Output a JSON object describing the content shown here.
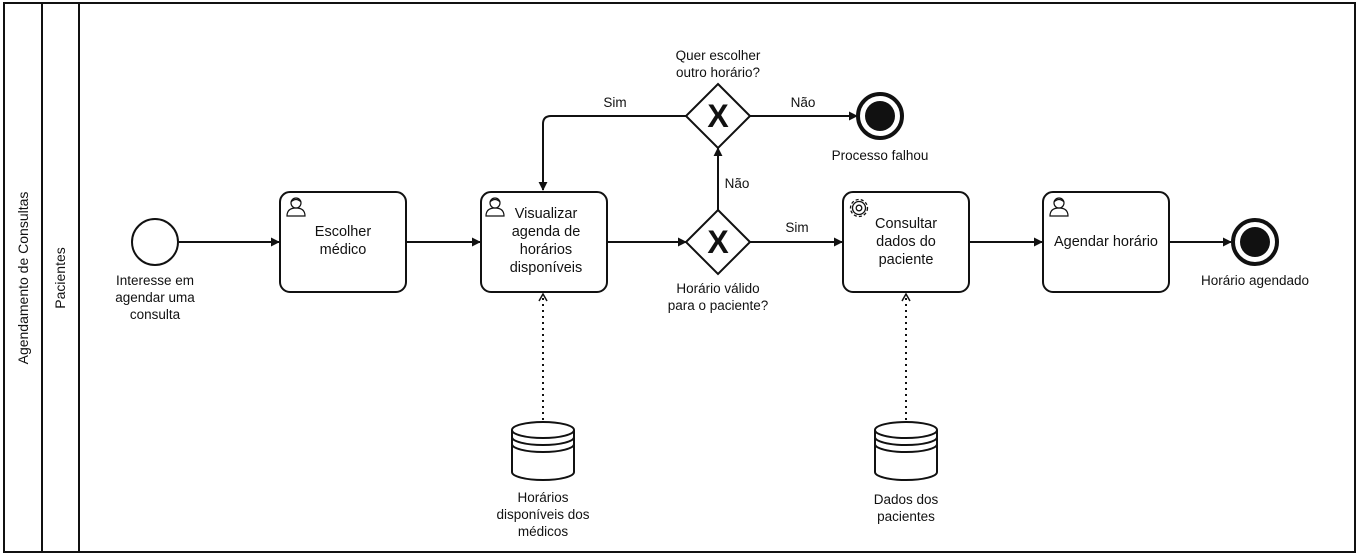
{
  "pool": {
    "label": "Agendamento de Consultas"
  },
  "lane": {
    "label": "Pacientes"
  },
  "events": {
    "start": {
      "label": [
        "Interesse em",
        "agendar uma",
        "consulta"
      ]
    },
    "end_failed": {
      "label": [
        "Processo falhou"
      ]
    },
    "end_success": {
      "label": [
        "Horário agendado"
      ]
    }
  },
  "tasks": {
    "escolher": {
      "label": [
        "Escolher",
        "médico"
      ],
      "type": "user-task"
    },
    "visualizar": {
      "label": [
        "Visualizar",
        "agenda de",
        "horários",
        "disponíveis"
      ],
      "type": "user-task"
    },
    "consultar": {
      "label": [
        "Consultar",
        "dados do",
        "paciente"
      ],
      "type": "service-task"
    },
    "agendar": {
      "label": [
        "Agendar horário"
      ],
      "type": "user-task"
    }
  },
  "gateways": {
    "valido": {
      "label": [
        "Horário válido",
        "para o paciente?"
      ],
      "marker": "X"
    },
    "outro": {
      "label": [
        "Quer escolher",
        "outro horário?"
      ],
      "marker": "X"
    }
  },
  "flows": {
    "valido_sim": "Sim",
    "valido_nao": "Não",
    "outro_sim": "Sim",
    "outro_nao": "Não"
  },
  "data_stores": {
    "horarios": {
      "label": [
        "Horários",
        "disponíveis dos",
        "médicos"
      ]
    },
    "pacientes": {
      "label": [
        "Dados dos",
        "pacientes"
      ]
    }
  }
}
